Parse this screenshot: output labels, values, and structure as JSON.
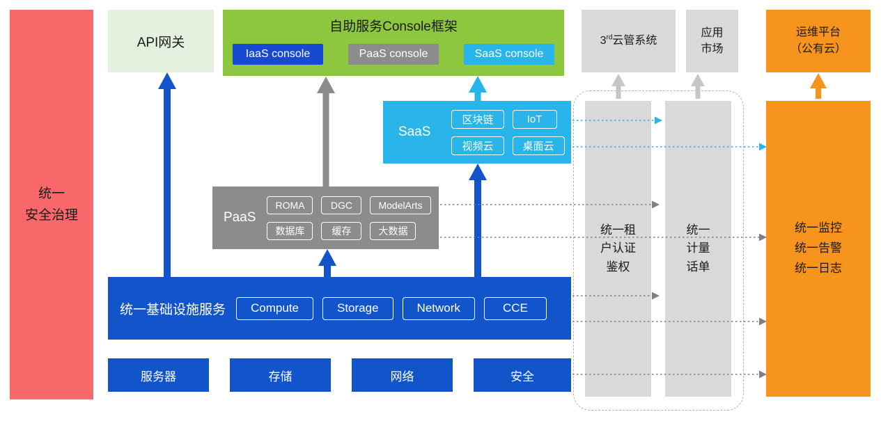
{
  "left": {
    "security_governance": "统一\n安全治理"
  },
  "top": {
    "api_gateway": "API网关",
    "console": {
      "title": "自助服务Console框架",
      "iaas": "IaaS console",
      "paas": "PaaS console",
      "saas": "SaaS console"
    },
    "third_party": {
      "pre": "3",
      "sup": "rd",
      "post": "云管系统"
    },
    "app_market": "应用\n市场",
    "om_platform": "运维平台\n（公有云）"
  },
  "saas": {
    "label": "SaaS",
    "items": [
      "区块链",
      "IoT",
      "视频云",
      "桌面云"
    ]
  },
  "paas": {
    "label": "PaaS",
    "items": [
      "ROMA",
      "DGC",
      "ModelArts",
      "数据库",
      "缓存",
      "大数据"
    ]
  },
  "iaas": {
    "label": "统一基础设施服务",
    "items": [
      "Compute",
      "Storage",
      "Network",
      "CCE"
    ]
  },
  "hardware": {
    "items": [
      "服务器",
      "存储",
      "网络",
      "安全"
    ]
  },
  "pillars": {
    "auth": "统一租\n户认证\n鉴权",
    "billing": "统一\n计量\n话单"
  },
  "monitoring": {
    "text": "统一监控\n统一告警\n统一日志"
  },
  "colors": {
    "blue": "#1254c9",
    "console_iaas_blue": "#1849d2",
    "gray": "#8c8c8c",
    "cyan": "#29b4ea",
    "green": "#8dc63f",
    "light_green": "#e4f1df",
    "red": "#f9696c",
    "orange": "#f7941e",
    "light_gray": "#d9d9d9"
  }
}
